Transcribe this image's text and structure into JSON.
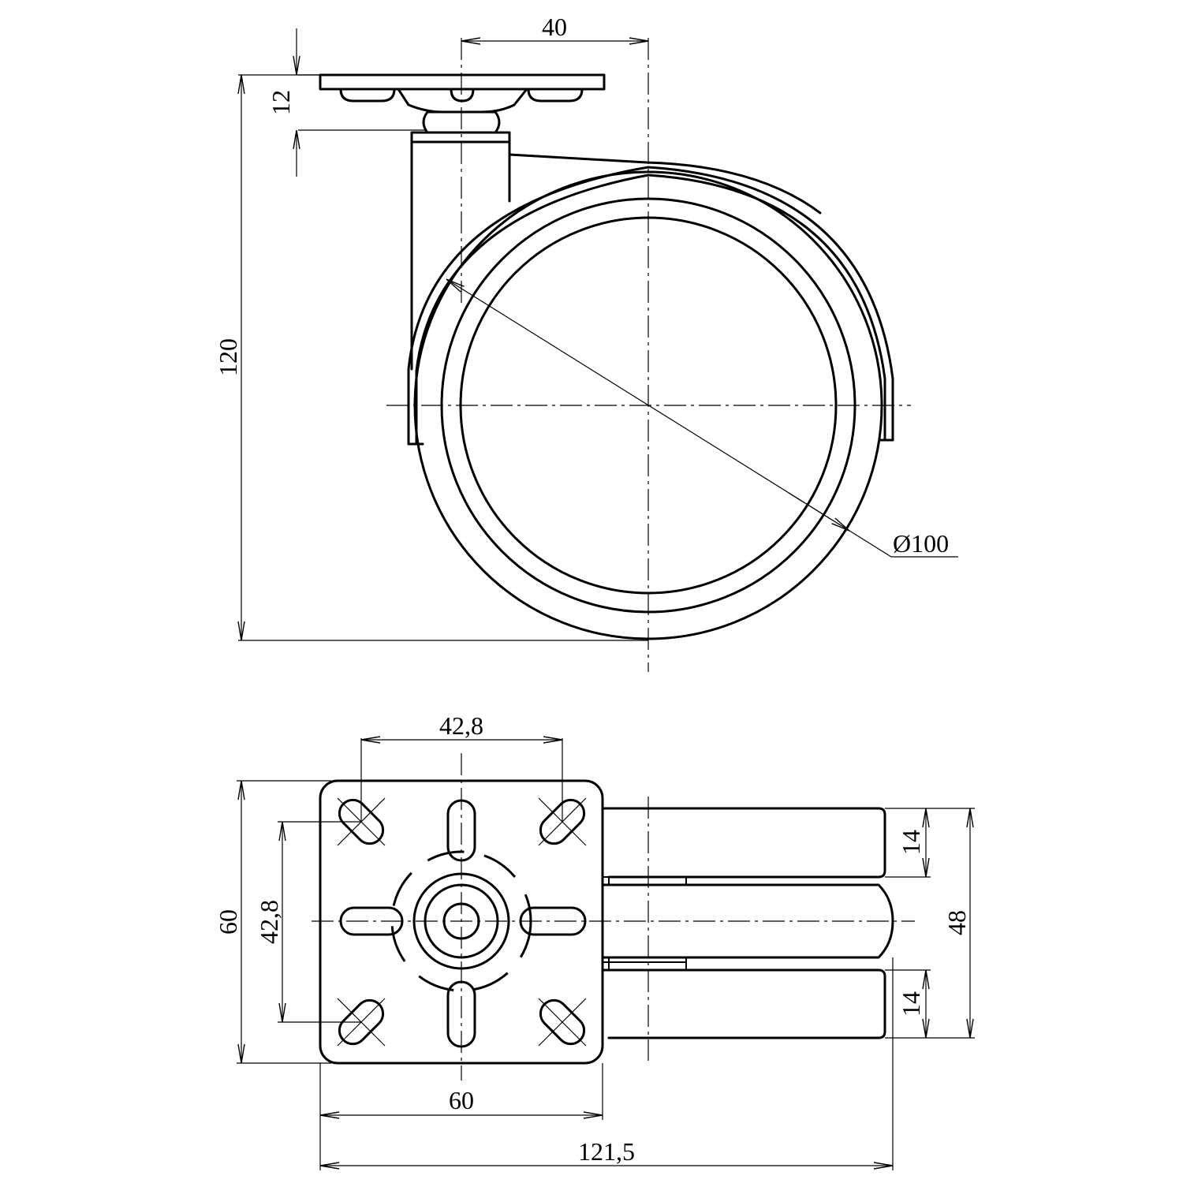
{
  "colors": {
    "line": "#000000",
    "background": "#ffffff"
  },
  "side_view": {
    "dimensions": {
      "offset_width": "40",
      "plate_thickness": "12",
      "total_height": "120",
      "wheel_diameter": "Ø100"
    }
  },
  "top_view": {
    "dimensions": {
      "hole_spacing_horizontal": "42,8",
      "hole_spacing_vertical": "42,8",
      "plate_height": "60",
      "plate_width": "60",
      "overall_length": "121,5",
      "wheel_width_upper": "14",
      "wheel_width_lower": "14",
      "overall_width": "48"
    }
  }
}
